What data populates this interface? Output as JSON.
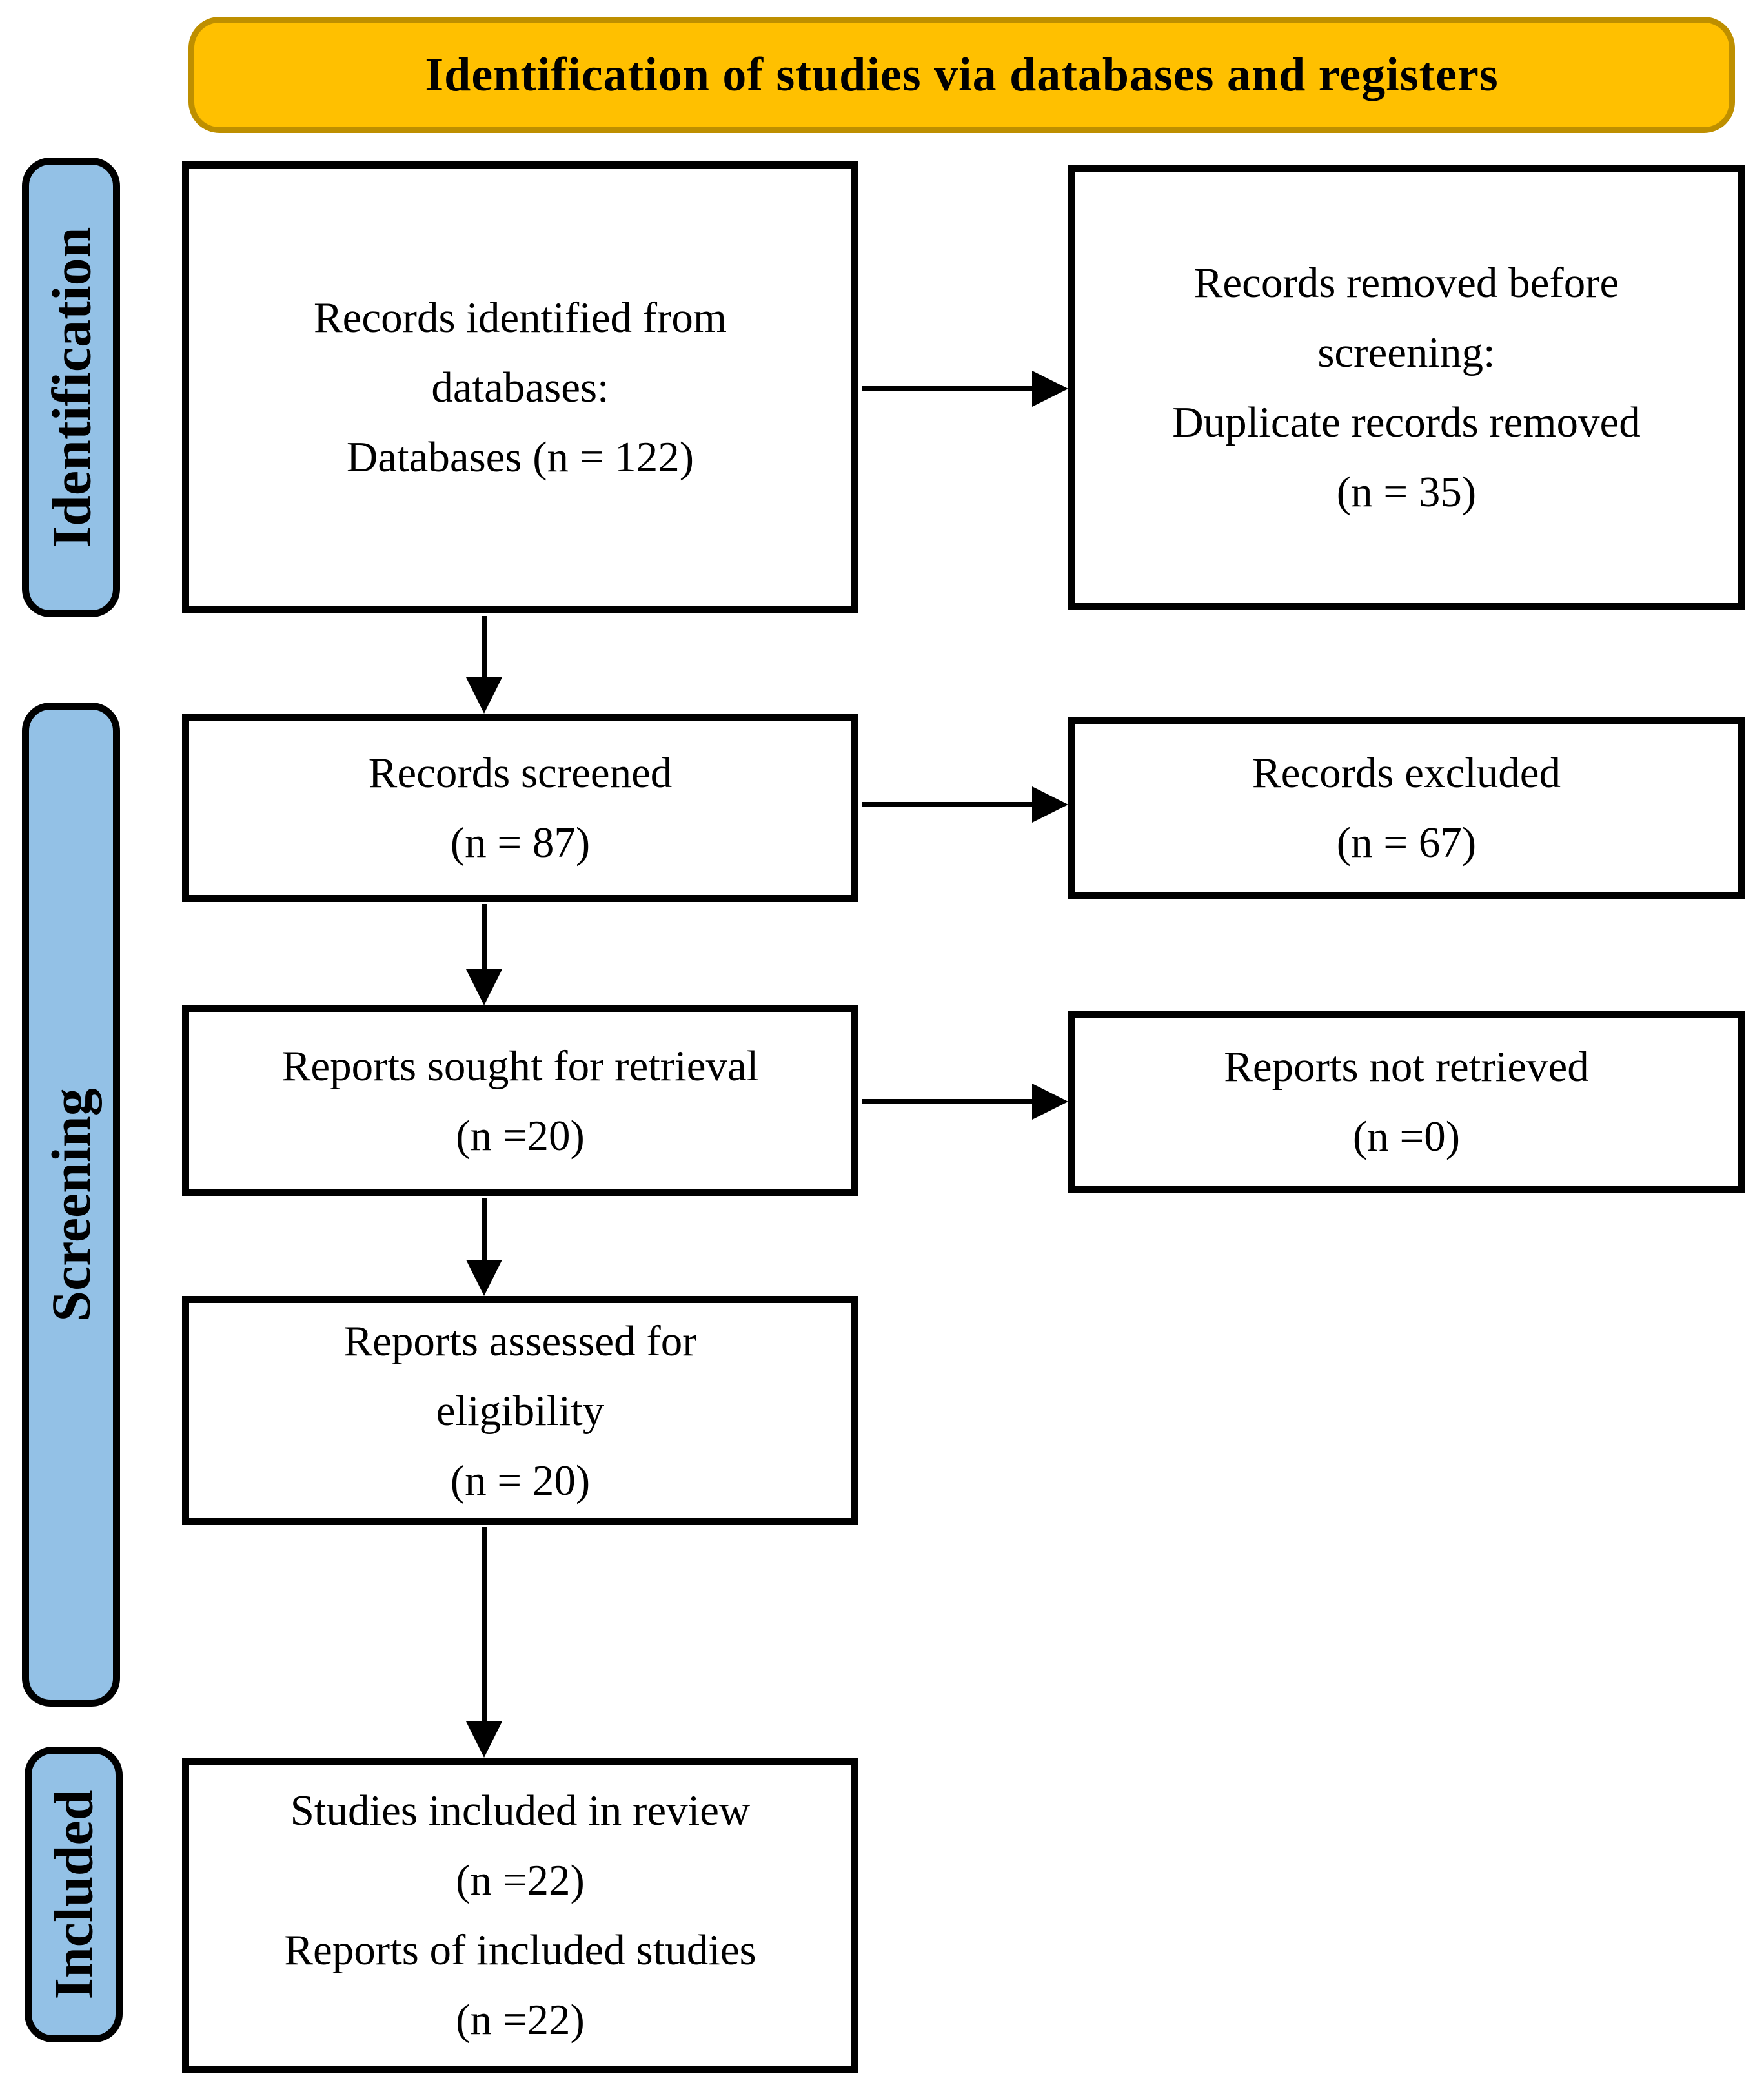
{
  "banner": {
    "title": "Identification of studies via databases and registers"
  },
  "sidebars": {
    "identification": "Identification",
    "screening": "Screening",
    "included": "Included"
  },
  "boxes": {
    "records_identified": {
      "lines": [
        "Records identified from",
        "databases:",
        "Databases (n = 122)"
      ]
    },
    "records_removed": {
      "lines": [
        "Records removed before",
        "screening:",
        "Duplicate records removed",
        "(n = 35)"
      ]
    },
    "records_screened": {
      "lines": [
        "Records screened",
        "(n = 87)"
      ]
    },
    "records_excluded": {
      "lines": [
        "Records excluded",
        "(n = 67)"
      ]
    },
    "reports_sought": {
      "lines": [
        "Reports sought for retrieval",
        "(n =20)"
      ]
    },
    "reports_not_retrieved": {
      "lines": [
        "Reports not retrieved",
        "(n =0)"
      ]
    },
    "reports_assessed": {
      "lines": [
        "Reports assessed for",
        "eligibility",
        "(n = 20)"
      ]
    },
    "studies_included": {
      "lines": [
        "Studies included in review",
        "(n =22)",
        "Reports of included studies",
        "(n =22)"
      ]
    }
  },
  "colors": {
    "banner_fill": "#FFC000",
    "banner_border": "#BE8F00",
    "sidebar_fill": "#93C1E6",
    "box_border": "#000000",
    "arrow": "#000000"
  }
}
